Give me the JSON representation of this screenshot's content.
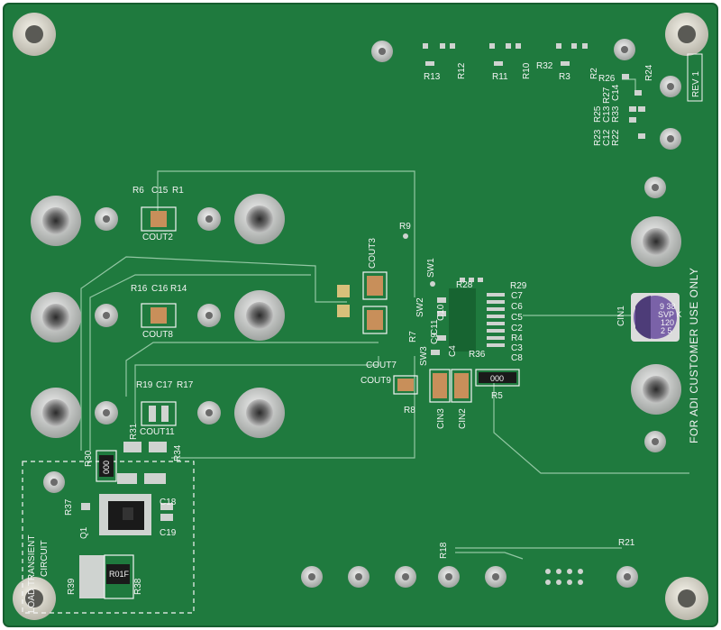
{
  "board": {
    "revision": "REV 1",
    "notice": "FOR ADI CUSTOMER USE ONLY",
    "load_transient_label_line1": "LOAD TRANSIENT",
    "load_transient_label_line2": "CIRCUIT",
    "colors": {
      "solder_mask": "#1f7a3e",
      "solder_mask_dark": "#176431",
      "copper_pad": "#cfd3d0",
      "gold_pad": "#d8c07a",
      "silkscreen": "#f4f4f4",
      "capacitor_body": "#c88f5a"
    }
  },
  "labels": {
    "cout2": "COUT2",
    "cout8": "COUT8",
    "cout11": "COUT11",
    "cout3": "COUT3",
    "cout7": "COUT7",
    "cout9": "COUT9",
    "cin1": "CIN1",
    "cin2": "CIN2",
    "cin3": "CIN3",
    "r6": "R6",
    "c15": "C15",
    "r1": "R1",
    "r16": "R16",
    "c16": "C16",
    "r14": "R14",
    "r19": "R19",
    "c17": "C17",
    "r17": "R17",
    "r9": "R9",
    "r8": "R8",
    "r7": "R7",
    "r5": "R5",
    "sw1": "SW1",
    "sw2": "SW2",
    "sw3": "SW3",
    "r28": "R28",
    "r29": "R29",
    "r36": "R36",
    "c7": "C7",
    "c6": "C6",
    "c5": "C5",
    "c2": "C2",
    "r4": "R4",
    "c3": "C3",
    "c8": "C8",
    "c9": "C9",
    "c10": "C10",
    "c11": "C11",
    "c4": "C4",
    "r30": "R30",
    "r31": "R31",
    "r34": "R34",
    "r37": "R37",
    "q1": "Q1",
    "c18": "C18",
    "c19": "C19",
    "r38": "R38",
    "r39": "R39",
    "r18": "R18",
    "r21": "R21",
    "r13": "R13",
    "r12": "R12",
    "r11": "R11",
    "r10": "R10",
    "r32": "R32",
    "r3": "R3",
    "r2": "R2",
    "r26": "R26",
    "r24": "R24",
    "r27": "R27",
    "c14": "C14",
    "r25": "R25",
    "c13": "C13",
    "r33": "R33",
    "r23": "R23",
    "c12": "C12",
    "r22": "R22"
  },
  "part_markings": {
    "r30_body": "000",
    "r5_body": "000",
    "r38_body": "R01F",
    "cin1_body_line1": "9 38",
    "cin1_body_line2": "SVP K",
    "cin1_body_line3": "120",
    "cin1_body_line4": "2 5"
  }
}
